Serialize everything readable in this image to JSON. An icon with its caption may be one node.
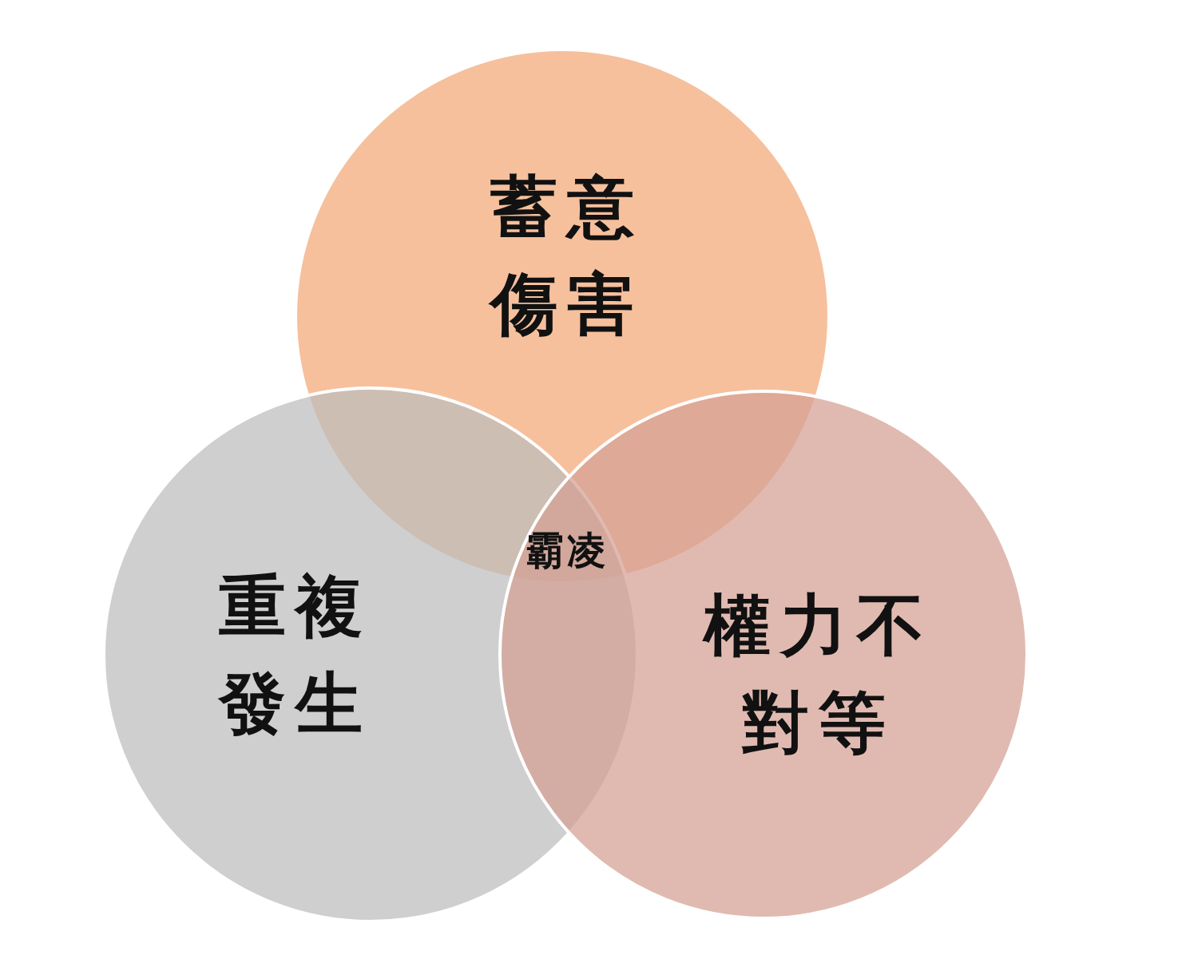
{
  "diagram": {
    "nodes": [
      {
        "text": [
          "蓄意傷害"
        ]
      },
      {
        "text": [
          "重複發生"
        ]
      },
      {
        "text": [
          "權力不對等"
        ]
      }
    ],
    "labels": [
      "霸凌"
    ]
  }
}
